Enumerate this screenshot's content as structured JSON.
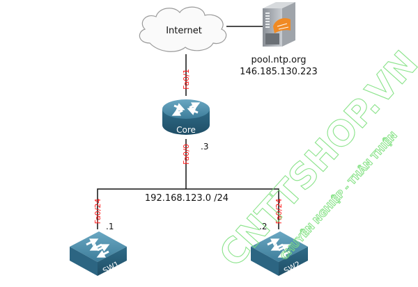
{
  "nodes": {
    "internet": {
      "label": "Internet",
      "icon": "cloud-icon"
    },
    "server": {
      "label": "pool.ntp.org",
      "ip": "146.185.130.223",
      "icon": "server-icon"
    },
    "core": {
      "label": "Core",
      "host": ".3",
      "icon": "router-icon"
    },
    "sw1": {
      "label": "SW1",
      "host": ".1",
      "icon": "switch-icon"
    },
    "sw2": {
      "label": "SW2",
      "host": ".2",
      "icon": "switch-icon"
    }
  },
  "ports": {
    "core_up": "Fa0/1",
    "core_down": "Fa0/0",
    "sw1": "Fa0/24",
    "sw2": "Fa0/24"
  },
  "subnet": "192.168.123.0 /24",
  "watermark": {
    "main": "CNTTSHOP.VN",
    "sub": "CHUYÊN NGHIỆP - THÂN THIỆN"
  },
  "colors": {
    "port_label": "#ff1a1a",
    "device_blue": "#3f7f9c",
    "server_accent": "#f08a24",
    "watermark": "#7ee07e"
  }
}
